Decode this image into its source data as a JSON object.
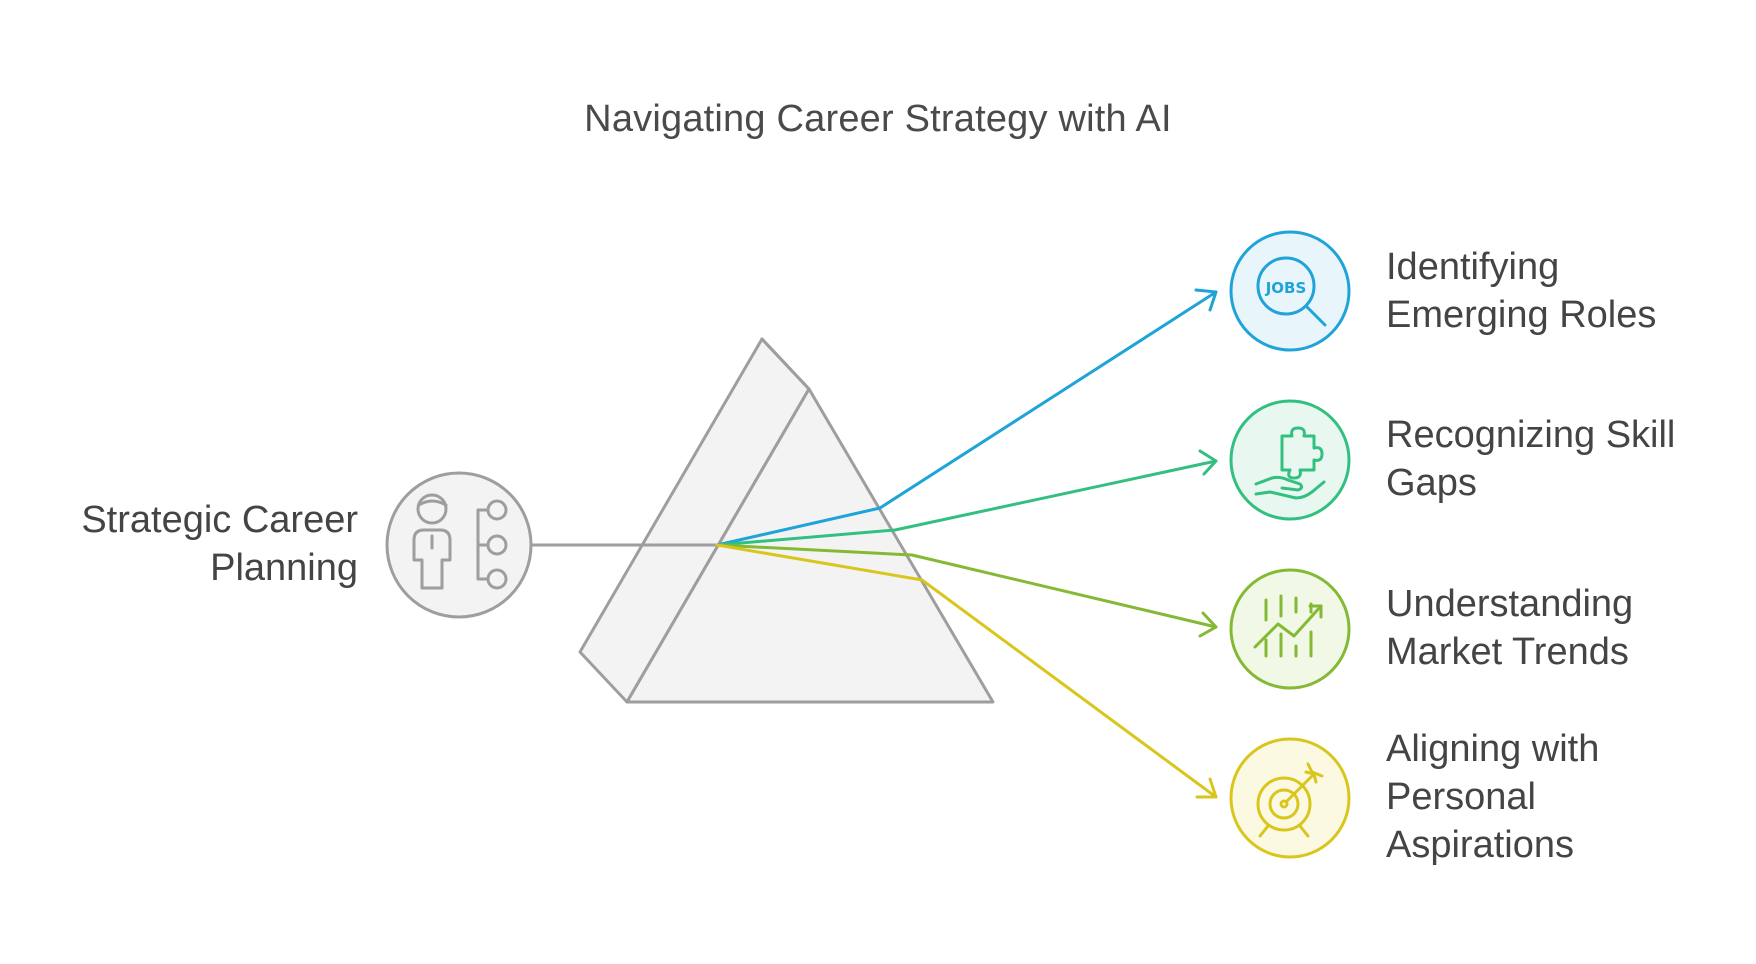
{
  "title": "Navigating Career Strategy with AI",
  "source": {
    "lines": [
      "Strategic Career",
      "Planning"
    ],
    "icon": "person-decision-tree-icon",
    "color": "#9e9e9e"
  },
  "outputs": [
    {
      "lines": [
        "Identifying",
        "Emerging Roles"
      ],
      "icon": "jobs-search-icon",
      "color": "#1fa3d8",
      "fill": "#e8f6fc"
    },
    {
      "lines": [
        "Recognizing Skill",
        "Gaps"
      ],
      "icon": "puzzle-hand-icon",
      "color": "#33bf80",
      "fill": "#e8f8f0"
    },
    {
      "lines": [
        "Understanding",
        "Market Trends"
      ],
      "icon": "market-trend-chart-icon",
      "color": "#84b935",
      "fill": "#f1f8e6"
    },
    {
      "lines": [
        "Aligning with",
        "Personal",
        "Aspirations"
      ],
      "icon": "target-arrow-icon",
      "color": "#d9c61c",
      "fill": "#fcf9e2"
    }
  ]
}
